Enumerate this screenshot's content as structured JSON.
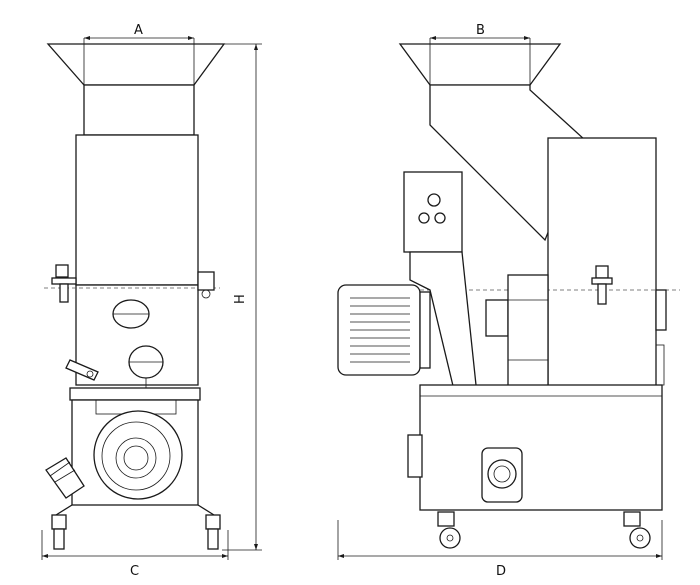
{
  "labels": {
    "a": "A",
    "b": "B",
    "c": "C",
    "d": "D",
    "h": "H"
  },
  "colors": {
    "line": "#1a1a1a",
    "background": "#ffffff"
  }
}
